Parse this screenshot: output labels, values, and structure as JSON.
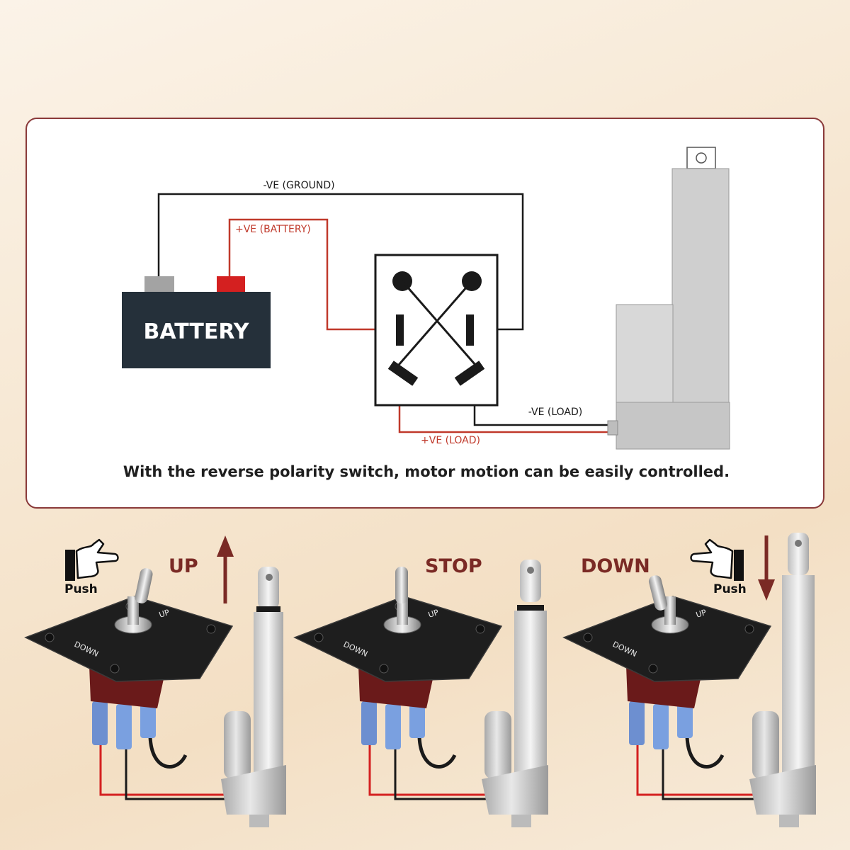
{
  "diagram": {
    "wire_ground": "-VE (GROUND)",
    "wire_battery": "+VE (BATTERY)",
    "wire_load_neg": "-VE (LOAD)",
    "wire_load_pos": "+VE (LOAD)",
    "battery_label": "BATTERY",
    "caption": "With the reverse polarity switch, motor motion can be easily controlled."
  },
  "panels": [
    {
      "state": "UP",
      "push": "Push",
      "panel_up": "UP",
      "panel_down": "DOWN"
    },
    {
      "state": "STOP",
      "panel_up": "UP",
      "panel_down": "DOWN"
    },
    {
      "state": "DOWN",
      "push": "Push",
      "panel_up": "UP",
      "panel_down": "DOWN"
    }
  ],
  "colors": {
    "accent": "#7a2a25",
    "wire_red": "#c0392b",
    "wire_black": "#1a1a1a",
    "battery_body": "#25303a",
    "card_border": "#8a3a3a"
  }
}
